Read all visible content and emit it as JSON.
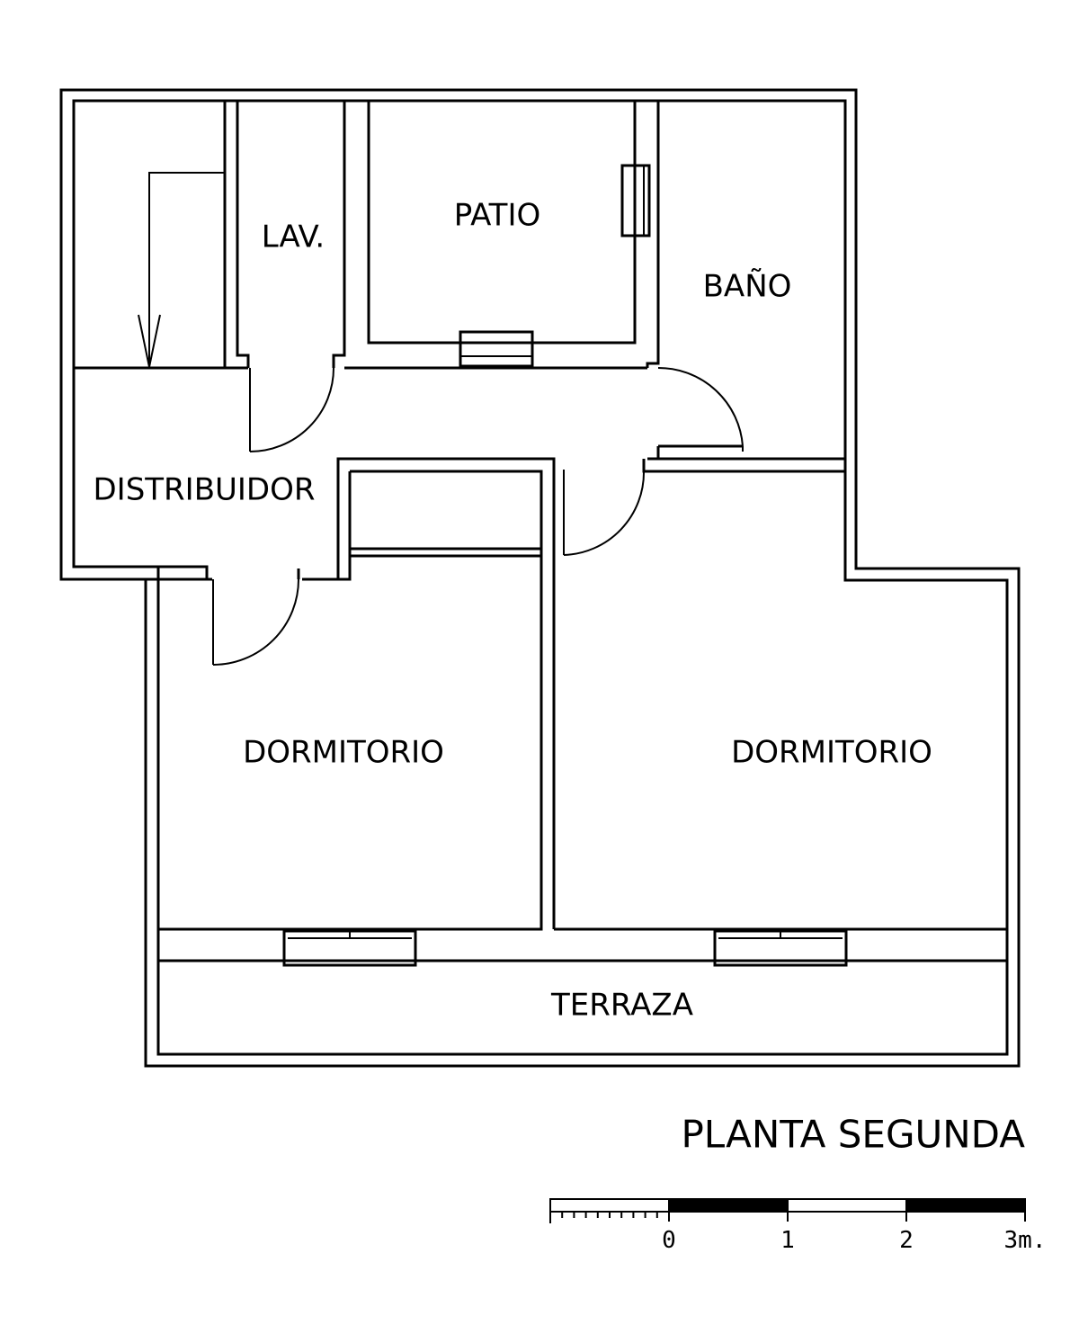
{
  "rooms": {
    "lav": "LAV.",
    "patio": "PATIO",
    "bano": "BAÑO",
    "distribuidor": "DISTRIBUIDOR",
    "dormitorio_1": "DORMITORIO",
    "dormitorio_2": "DORMITORIO",
    "terraza": "TERRAZA"
  },
  "title": "PLANTA SEGUNDA",
  "scale_bar": {
    "labels": [
      "0",
      "1",
      "2",
      "3m."
    ]
  }
}
